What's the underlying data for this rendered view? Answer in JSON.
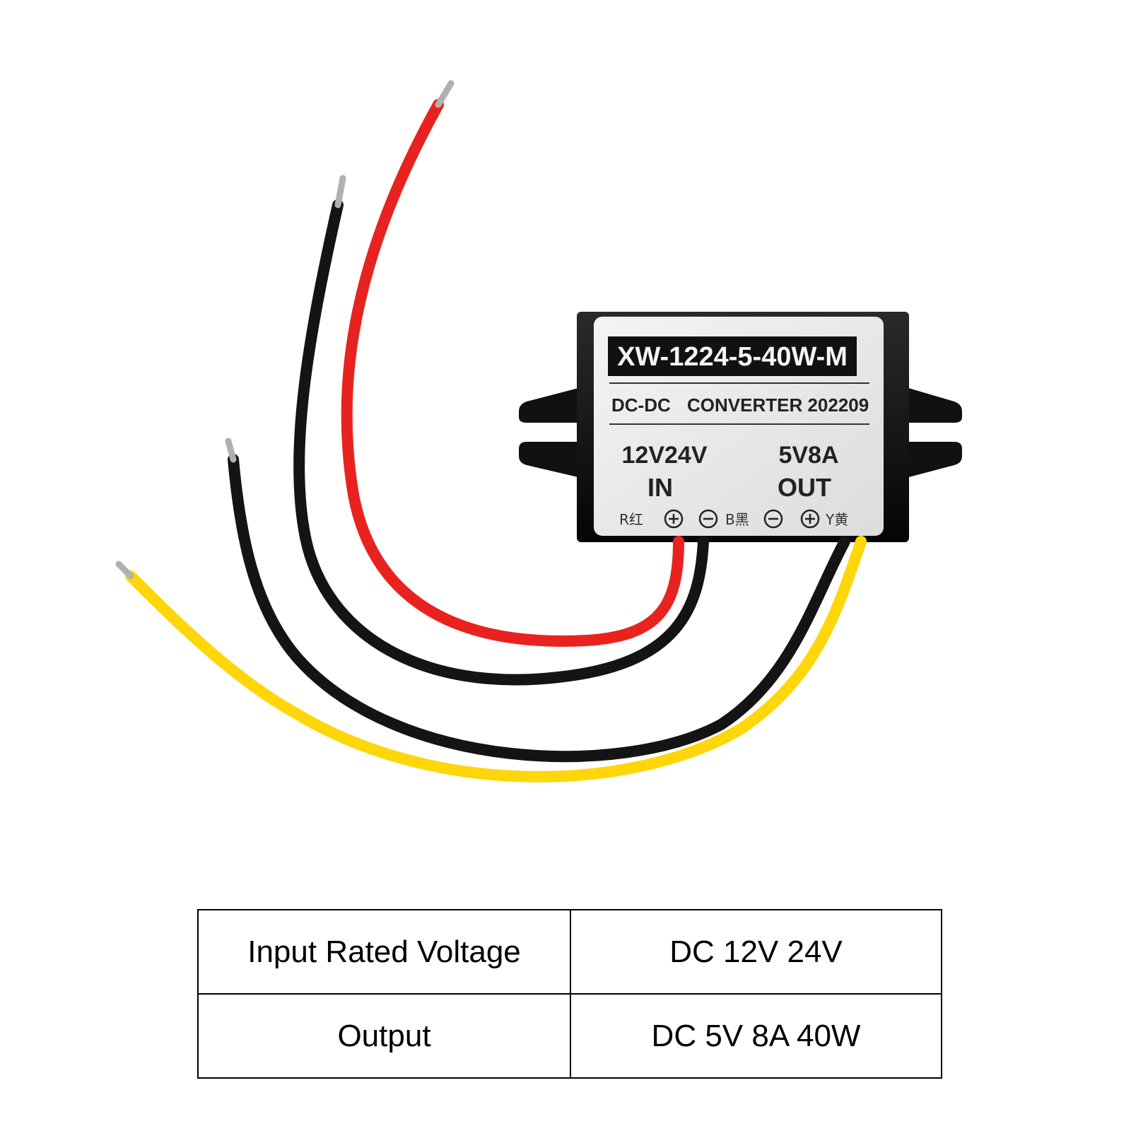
{
  "device": {
    "model": "XW-1224-5-40W-M",
    "type_left": "DC-DC",
    "type_right": "CONVERTER 202209",
    "input_voltage": "12V24V",
    "input_label": "IN",
    "output_rating": "5V8A",
    "output_label": "OUT",
    "pin_r": "R红",
    "pin_b": "B黑",
    "pin_y": "Y黄",
    "plus_symbol": "+",
    "minus_symbol": "−"
  },
  "wires": [
    {
      "name": "red-input-positive",
      "color": "#e8231f"
    },
    {
      "name": "black-input-negative",
      "color": "#141414"
    },
    {
      "name": "black-output-negative",
      "color": "#141414"
    },
    {
      "name": "yellow-output-positive",
      "color": "#ffd60a"
    }
  ],
  "spec_table": {
    "rows": [
      [
        "Input Rated Voltage",
        "DC 12V 24V"
      ],
      [
        "Output",
        "DC 5V 8A 40W"
      ]
    ]
  }
}
